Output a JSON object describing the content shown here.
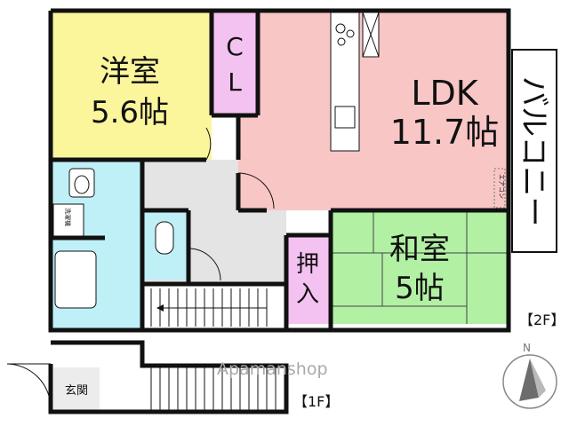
{
  "rooms": {
    "western_room": {
      "name": "洋室",
      "size": "5.6帖"
    },
    "closet": {
      "l1": "C",
      "l2": "L"
    },
    "ldk": {
      "name": "LDK",
      "size": "11.7帖"
    },
    "balcony": {
      "name": "バルコニー"
    },
    "japanese_room": {
      "name": "和室",
      "size": "5帖"
    },
    "oshiire": {
      "l1": "押",
      "l2": "入"
    },
    "entrance": {
      "name": "玄関"
    },
    "aircon": {
      "name": "エアコン"
    },
    "washer": {
      "name": "洗濯機"
    }
  },
  "floor_tags": {
    "upper": "【2F】",
    "lower": "【1F】"
  },
  "watermark": "Apamanshop",
  "compass": {
    "north": "N"
  },
  "colors": {
    "western": "#fbf59c",
    "ldk": "#f9c6c6",
    "closet": "#f4c2f0",
    "japanese": "#b2f0a4",
    "wet": "#bff0f8",
    "hall": "#e4e4e4",
    "wall": "#111111"
  }
}
